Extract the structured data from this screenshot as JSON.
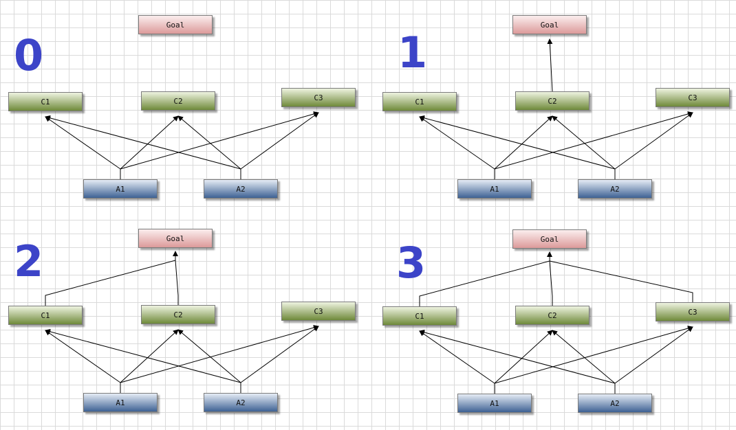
{
  "nodes": {
    "goal": "Goal",
    "c1": "C1",
    "c2": "C2",
    "c3": "C3",
    "a1": "A1",
    "a2": "A2"
  },
  "panels": [
    {
      "number": "0"
    },
    {
      "number": "1"
    },
    {
      "number": "2"
    },
    {
      "number": "3"
    }
  ],
  "colors": {
    "step_number": "#3c44c8",
    "goal_fill": "#dc9a9a",
    "criterion_fill": "#6f8a3a",
    "alternative_fill": "#3e6294"
  }
}
